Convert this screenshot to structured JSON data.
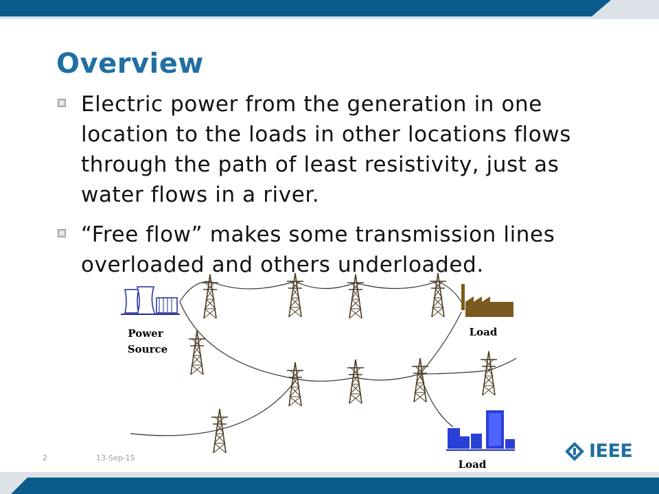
{
  "slide": {
    "title": "Overview",
    "bullets": [
      "Electric power from the generation in one location to the loads in other locations flows through the path of least resistivity, just as water flows in a river.",
      "“Free flow” makes some transmission lines overloaded and others underloaded."
    ]
  },
  "diagram": {
    "power_source_label_line1": "Power",
    "power_source_label_line2": "Source",
    "load_label_top": "Load",
    "load_label_bottom": "Load"
  },
  "footer": {
    "page_number": "2",
    "date": "13-Sep-15",
    "logo_text": "IEEE"
  },
  "colors": {
    "brand_blue": "#1f6fa3",
    "band_dark": "#0b5b8c",
    "factory": "#7a5a1e",
    "city": "#2a3fd6"
  }
}
